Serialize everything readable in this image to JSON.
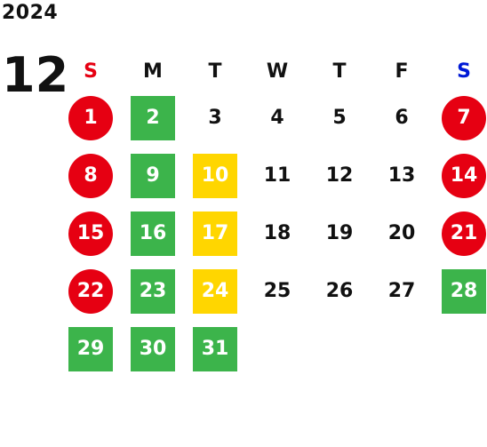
{
  "calendar": {
    "year": "2024",
    "month": "12",
    "weekdays": [
      "S",
      "M",
      "T",
      "W",
      "T",
      "F",
      "S"
    ],
    "weeks": [
      [
        "",
        "",
        "",
        "",
        "",
        "",
        ""
      ],
      [
        "1",
        "2",
        "3",
        "4",
        "5",
        "6",
        "7"
      ],
      [
        "8",
        "9",
        "10",
        "11",
        "12",
        "13",
        "14"
      ],
      [
        "15",
        "16",
        "17",
        "18",
        "19",
        "20",
        "21"
      ],
      [
        "22",
        "23",
        "24",
        "25",
        "26",
        "27",
        "28"
      ],
      [
        "29",
        "30",
        "31",
        "",
        "",
        "",
        ""
      ]
    ],
    "markers": {
      "1": "red",
      "7": "red",
      "8": "red",
      "14": "red",
      "15": "red",
      "21": "red",
      "22": "red",
      "2": "green",
      "9": "green",
      "16": "green",
      "23": "green",
      "28": "green",
      "29": "green",
      "30": "green",
      "31": "green",
      "10": "yellow",
      "17": "yellow",
      "24": "yellow"
    },
    "colors": {
      "sunday_header": "#e60012",
      "saturday_header": "#0019d6",
      "red": "#e60012",
      "green": "#3cb44b",
      "yellow": "#ffd600"
    }
  }
}
